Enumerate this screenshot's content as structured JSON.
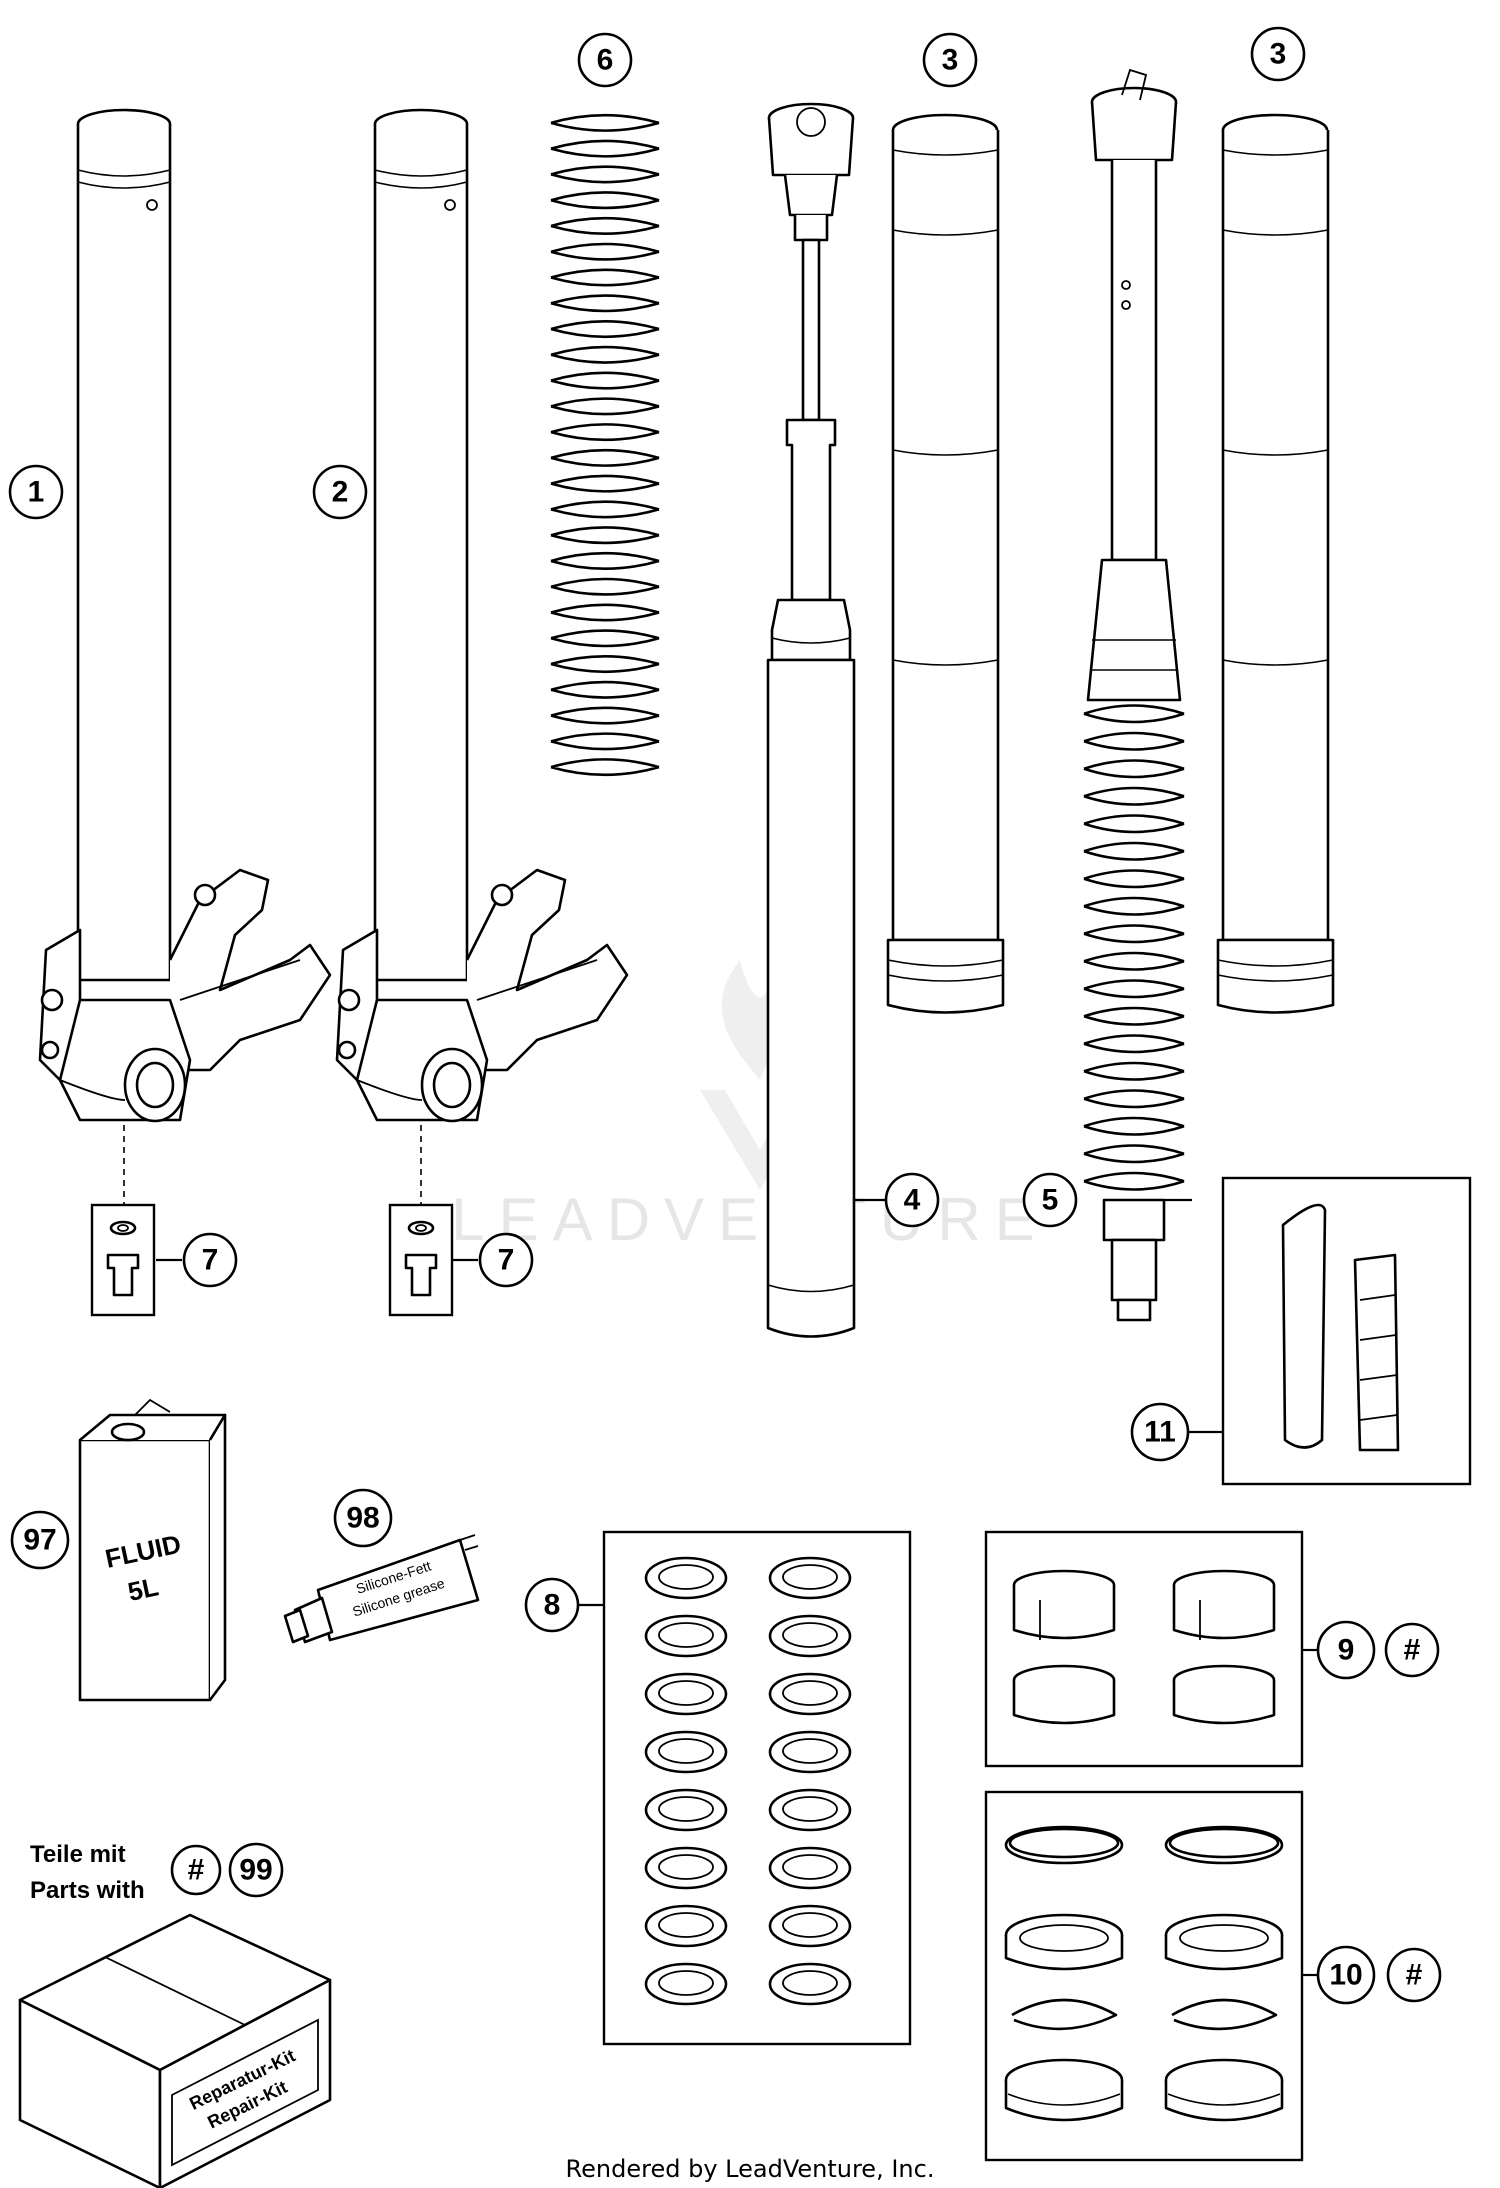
{
  "callouts": {
    "c1": "1",
    "c2": "2",
    "c3a": "3",
    "c3b": "3",
    "c4": "4",
    "c5": "5",
    "c6": "6",
    "c7a": "7",
    "c7b": "7",
    "c8": "8",
    "c9": "9",
    "c9h": "#",
    "c10": "10",
    "c10h": "#",
    "c11": "11",
    "c97": "97",
    "c98": "98",
    "c99": "99",
    "c99h": "#"
  },
  "fluid_can": {
    "line1": "FLUID",
    "line2": "5L"
  },
  "grease_tube": {
    "line1": "Silicone-Fett",
    "line2": "Silicone grease"
  },
  "repair_kit": {
    "legend_line1": "Teile mit",
    "legend_line2": "Parts with",
    "box_line1": "Reparatur-Kit",
    "box_line2": "Repair-Kit"
  },
  "watermark": "LEADVENTURE",
  "footer": "Rendered by LeadVenture, Inc."
}
